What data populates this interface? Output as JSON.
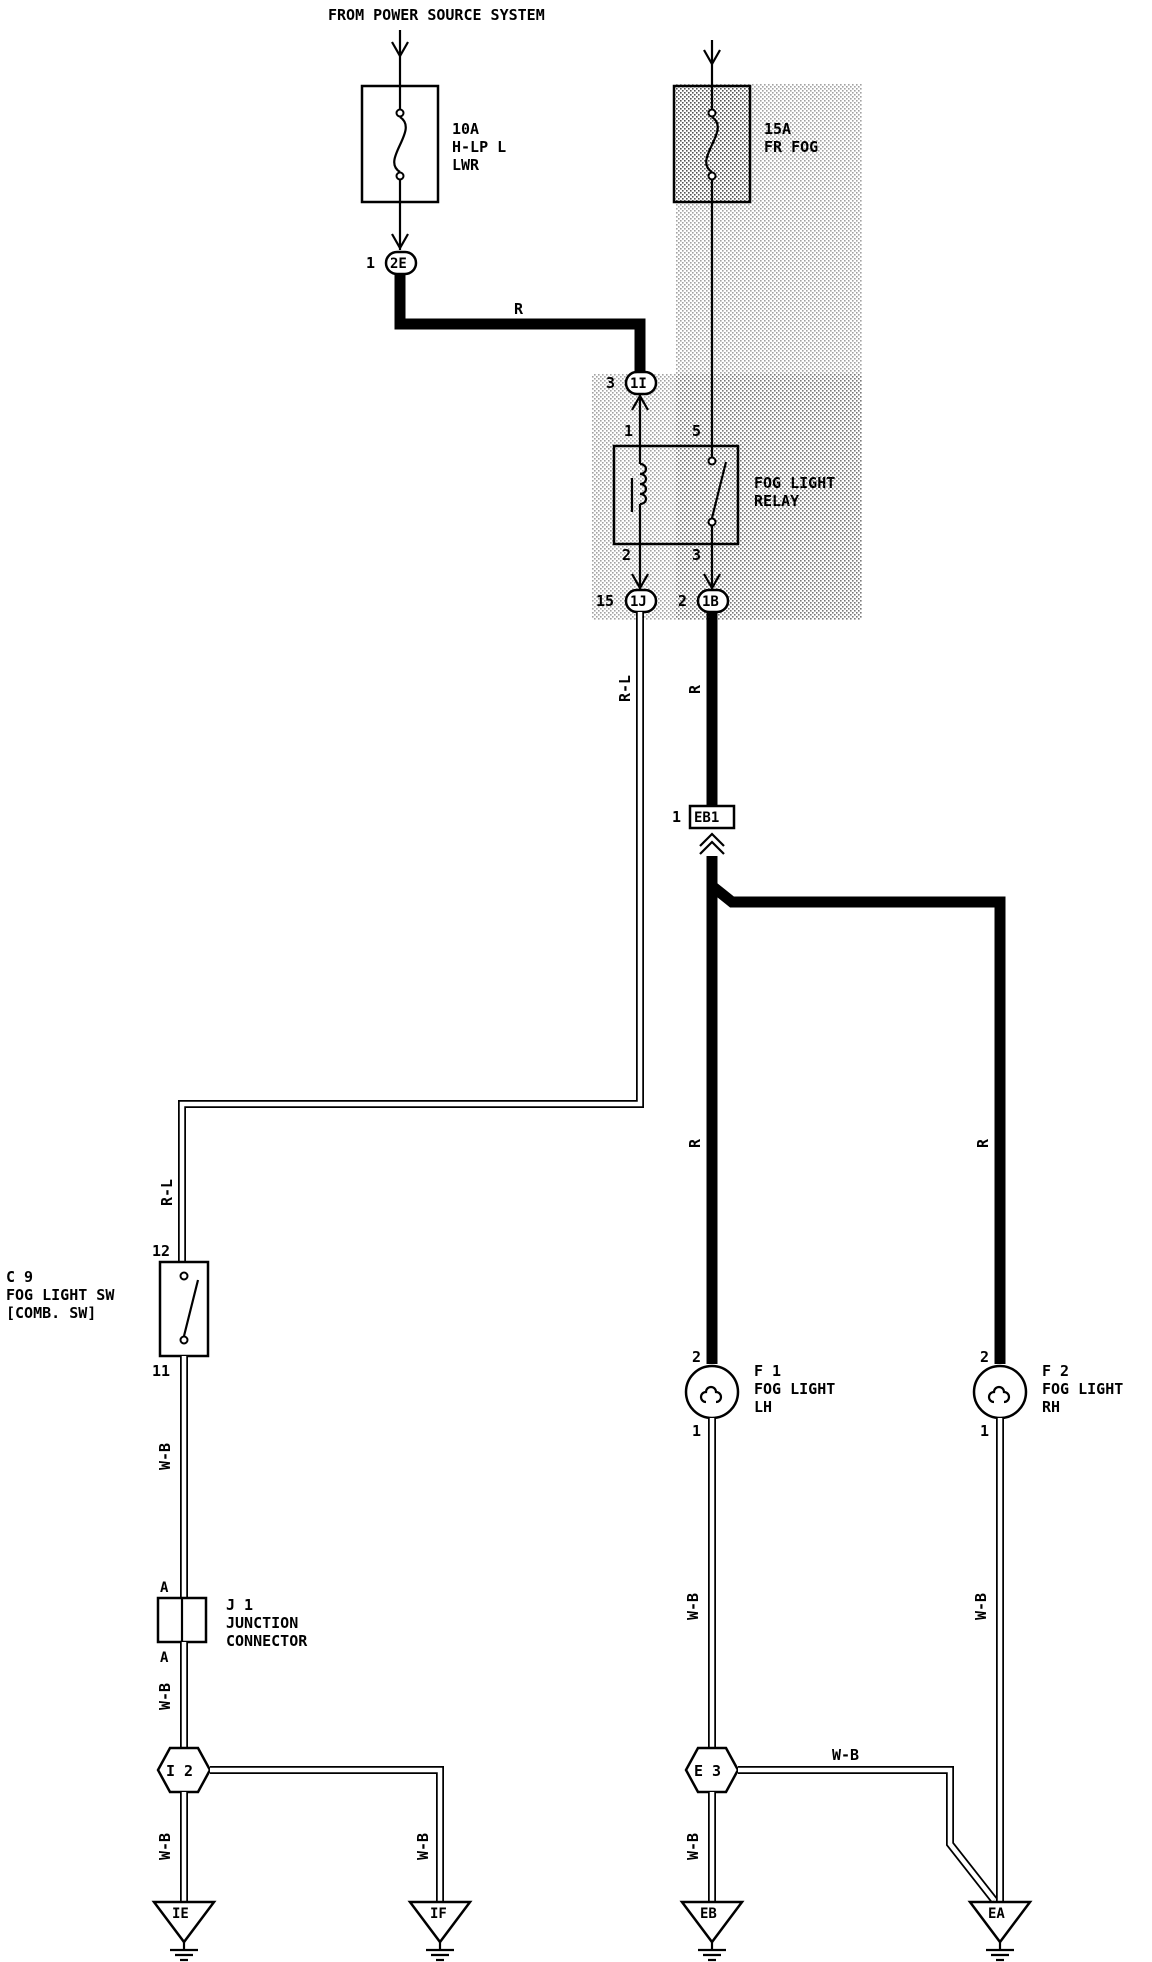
{
  "top_label": "FROM POWER SOURCE SYSTEM",
  "fuse_left": {
    "rating": "10A",
    "name1": "H-LP L",
    "name2": "LWR"
  },
  "fuse_right": {
    "rating": "15A",
    "name": "FR FOG"
  },
  "conn_2E": {
    "code": "2E",
    "pin": "1"
  },
  "conn_1I": {
    "code": "1I",
    "pin": "3"
  },
  "conn_1J": {
    "code": "1J",
    "pin": "15"
  },
  "conn_1B": {
    "code": "1B",
    "pin": "2"
  },
  "conn_EB1": {
    "code": "EB1",
    "pin": "1"
  },
  "relay": {
    "name1": "FOG LIGHT",
    "name2": "RELAY",
    "pin_coil_top": "1",
    "pin_coil_bot": "2",
    "pin_sw_top": "5",
    "pin_sw_bot": "3"
  },
  "switch": {
    "code": "C 9",
    "name1": "FOG LIGHT SW",
    "name2": "[COMB. SW]",
    "pin_top": "12",
    "pin_bot": "11"
  },
  "junction": {
    "code": "J 1",
    "name1": "JUNCTION",
    "name2": "CONNECTOR",
    "pin_top": "A",
    "pin_bot": "A"
  },
  "lamp_left": {
    "code": "F 1",
    "name1": "FOG LIGHT",
    "name2": "LH",
    "pin_top": "2",
    "pin_bot": "1"
  },
  "lamp_right": {
    "code": "F 2",
    "name1": "FOG LIGHT",
    "name2": "RH",
    "pin_top": "2",
    "pin_bot": "1"
  },
  "splice_I2": {
    "code": "I 2"
  },
  "splice_E3": {
    "code": "E 3"
  },
  "grounds": {
    "IE": "IE",
    "IF": "IF",
    "EB": "EB",
    "EA": "EA"
  },
  "wires": {
    "r_top": "R",
    "r_l_upper": "R-L",
    "r_mid": "R",
    "r_lh": "R",
    "r_rh": "R",
    "r_l_lower": "R-L",
    "wb_sw": "W-B",
    "wb_j1": "W-B",
    "wb_ie": "W-B",
    "wb_if": "W-B",
    "wb_lh": "W-B",
    "wb_rh": "W-B",
    "wb_eb": "W-B",
    "wb_e3": "W-B"
  },
  "colors": {
    "ink": "#000000",
    "shade": "#c8c8c8",
    "background": "#ffffff"
  }
}
